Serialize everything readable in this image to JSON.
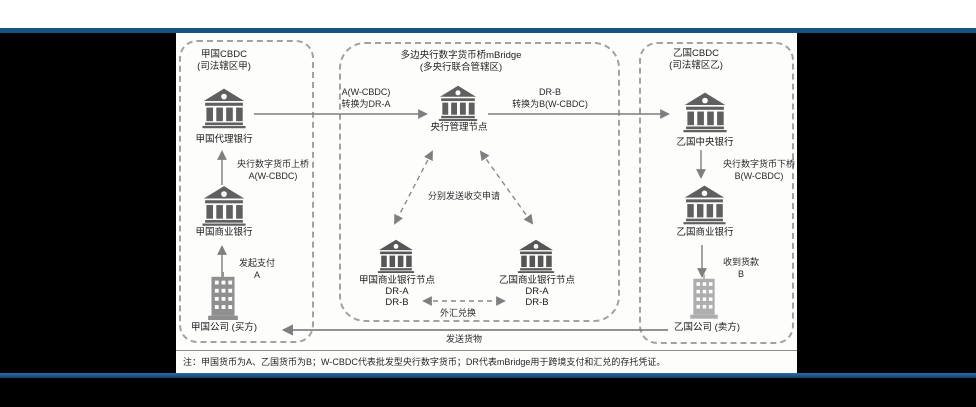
{
  "page": {
    "background_color": "#000000",
    "top_band_color": "#ffffff",
    "accent_bar_color": "#17537f",
    "panel_color": "#fdfdfc"
  },
  "regions": {
    "country_a": {
      "title": "甲国CBDC",
      "subtitle": "(司法辖区甲)"
    },
    "mbridge": {
      "title": "多边央行数字货币桥mBridge",
      "subtitle": "(多央行联合管辖区)"
    },
    "country_b": {
      "title": "乙国CBDC",
      "subtitle": "(司法辖区乙)"
    }
  },
  "nodes": {
    "agent_bank_a": {
      "label": "甲国代理银行"
    },
    "commercial_bank_a": {
      "label": "甲国商业银行"
    },
    "company_a": {
      "label": "甲国公司 (买方)"
    },
    "central_node": {
      "label": "央行管理节点"
    },
    "bank_node_a": {
      "label": "甲国商业银行节点",
      "dr1": "DR-A",
      "dr2": "DR-B"
    },
    "bank_node_b": {
      "label": "乙国商业银行节点",
      "dr1": "DR-A",
      "dr2": "DR-B"
    },
    "central_bank_b": {
      "label": "乙国中央银行"
    },
    "commercial_bank_b": {
      "label": "乙国商业银行"
    },
    "company_b": {
      "label": "乙国公司 (卖方)"
    }
  },
  "flows": {
    "onbridge": {
      "line1": "央行数字货币上桥",
      "line2": "A(W-CBDC)"
    },
    "convert_a": {
      "line1": "A(W-CBDC)",
      "line2": "转换为DR-A"
    },
    "convert_b": {
      "line1": "DR-B",
      "line2": "转换为B(W-CBDC)"
    },
    "offbridge": {
      "line1": "央行数字货币下桥",
      "line2": "B(W-CBDC)"
    },
    "initiate": {
      "line1": "发起支付",
      "line2": "A"
    },
    "receive": {
      "line1": "收到货款",
      "line2": "B"
    },
    "request": "分别发送收交申请",
    "fx": "外汇兑换",
    "goods": "发送货物"
  },
  "note": {
    "text": "注：甲国货币为A、乙国货币为B；W-CBDC代表批发型央行数字货币；DR代表mBridge用于跨境支付和汇兑的存托凭证。"
  },
  "icon_colors": {
    "bank": "#5f5f5f",
    "company": "#9c9c9c"
  }
}
